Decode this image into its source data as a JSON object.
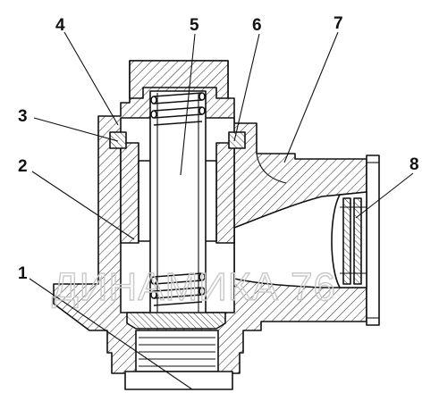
{
  "labels": {
    "l1": "1",
    "l2": "2",
    "l3": "3",
    "l4": "4",
    "l5": "5",
    "l6": "6",
    "l7": "7",
    "l8": "8"
  },
  "watermark": "ДИНАМИКА 76",
  "colors": {
    "outline": "#111111",
    "hatch": "#222222",
    "background": "#ffffff",
    "watermark": "#c9c9c9"
  }
}
